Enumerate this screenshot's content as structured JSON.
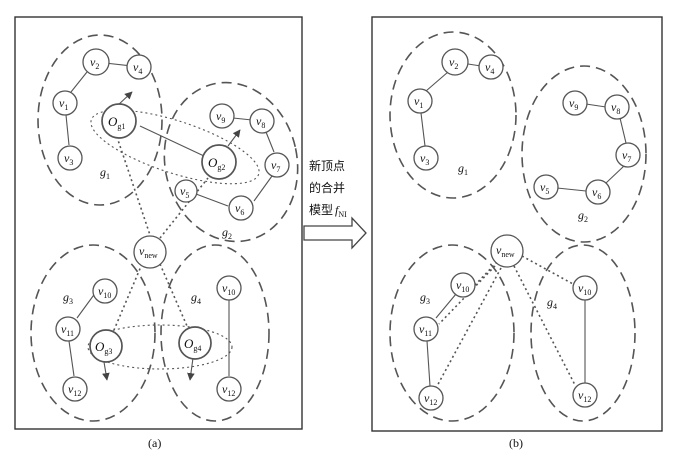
{
  "panels": {
    "a_caption": "(a)",
    "b_caption": "(b)"
  },
  "arrow": {
    "line1": "新顶点",
    "line2": "的合并",
    "line3_prefix": "模型",
    "line3_f": "f",
    "line3_sub": "NI"
  },
  "labels": {
    "v1": {
      "base": "v",
      "sub": "1"
    },
    "v2": {
      "base": "v",
      "sub": "2"
    },
    "v3": {
      "base": "v",
      "sub": "3"
    },
    "v4": {
      "base": "v",
      "sub": "4"
    },
    "v5": {
      "base": "v",
      "sub": "5"
    },
    "v6": {
      "base": "v",
      "sub": "6"
    },
    "v7": {
      "base": "v",
      "sub": "7"
    },
    "v8": {
      "base": "v",
      "sub": "8"
    },
    "v9": {
      "base": "v",
      "sub": "9"
    },
    "v10": {
      "base": "v",
      "sub": "10"
    },
    "v11": {
      "base": "v",
      "sub": "11"
    },
    "v12": {
      "base": "v",
      "sub": "12"
    },
    "vnew": {
      "base": "v",
      "sub": "new"
    },
    "Og1": {
      "base": "O",
      "sub": "g1"
    },
    "Og2": {
      "base": "O",
      "sub": "g2"
    },
    "Og3": {
      "base": "O",
      "sub": "g3"
    },
    "Og4": {
      "base": "O",
      "sub": "g4"
    },
    "g1": {
      "base": "g",
      "sub": "1"
    },
    "g2": {
      "base": "g",
      "sub": "2"
    },
    "g3": {
      "base": "g",
      "sub": "3"
    },
    "g4": {
      "base": "g",
      "sub": "4"
    }
  }
}
